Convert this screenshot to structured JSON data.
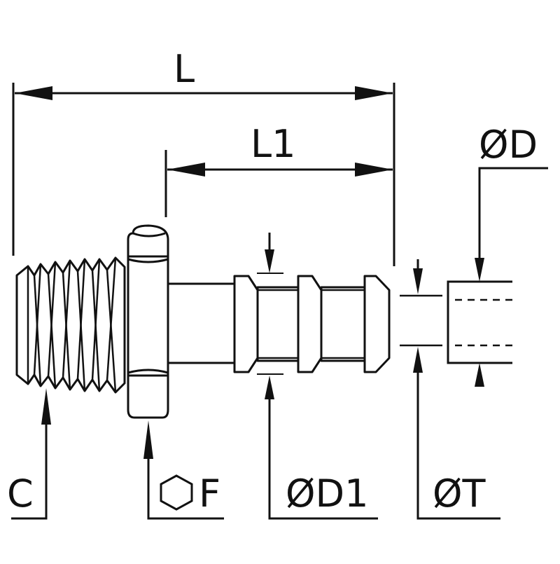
{
  "labels": {
    "L": "L",
    "L1": "L1",
    "D": "ØD",
    "C": "C",
    "F": "F",
    "D1": "ØD1",
    "T": "ØT"
  },
  "icons": {
    "hex_symbol": "hexagon-icon"
  },
  "colors": {
    "line": "#111111",
    "background": "#ffffff"
  }
}
